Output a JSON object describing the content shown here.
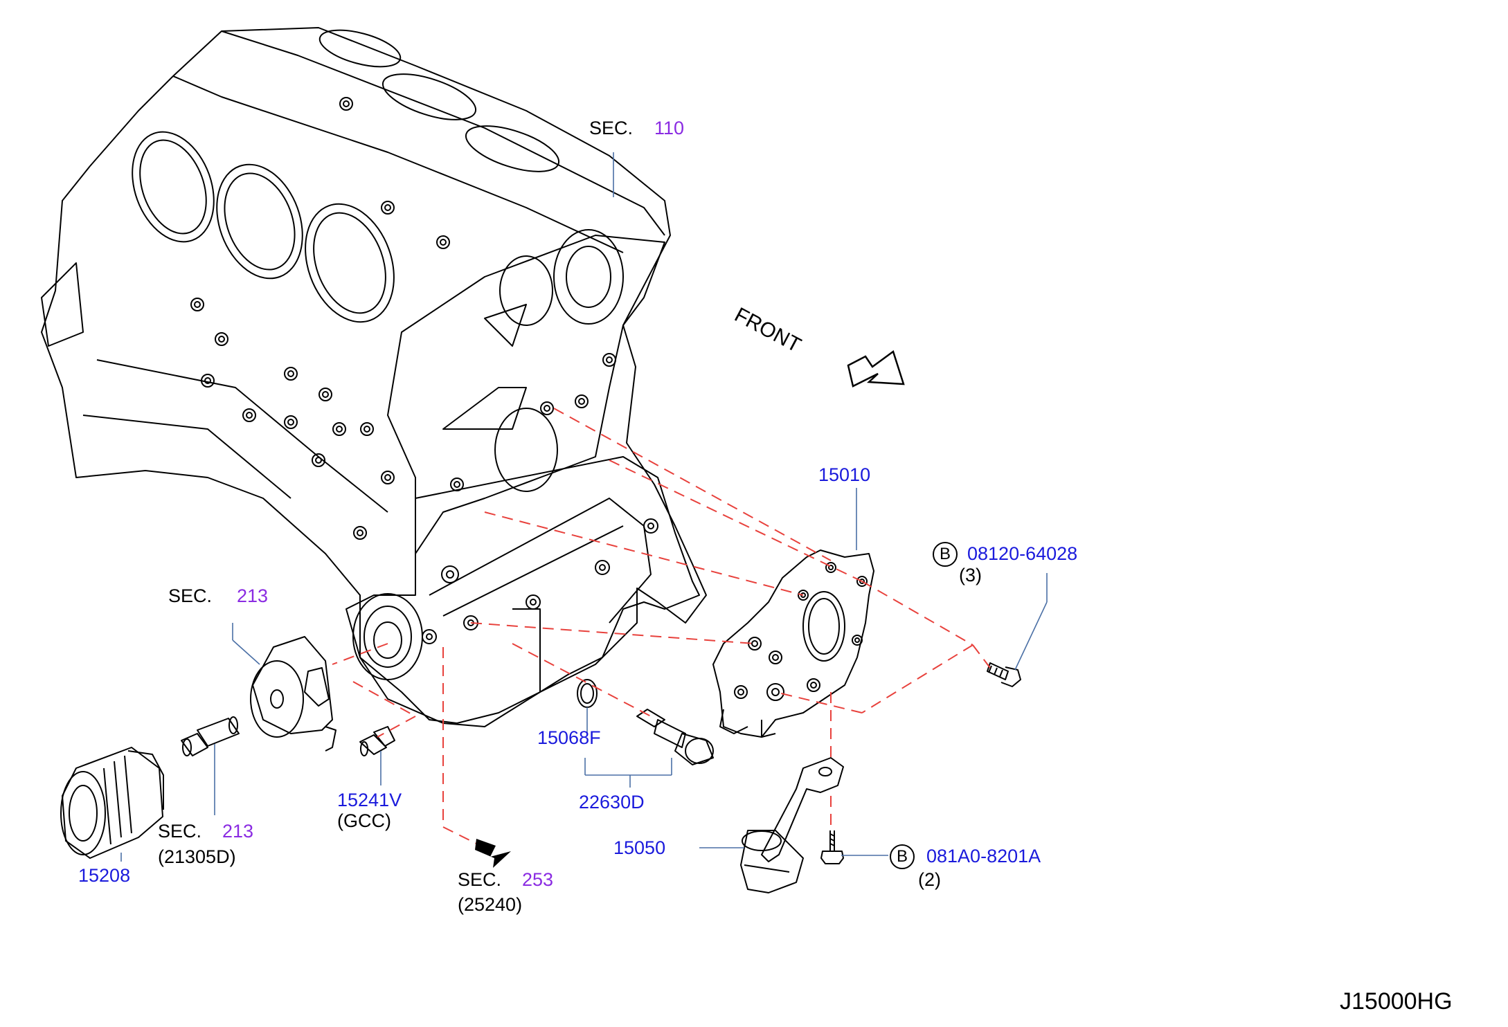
{
  "sections": {
    "sec_110": {
      "prefix": "SEC.",
      "number": "110"
    },
    "sec_213_top": {
      "prefix": "SEC.",
      "number": "213"
    },
    "sec_213_bottom": {
      "prefix": "SEC.",
      "number": "213",
      "sub": "(21305D)"
    },
    "sec_253": {
      "prefix": "SEC.",
      "number": "253",
      "sub": "(25240)"
    }
  },
  "front_label": "FRONT",
  "parts": {
    "p15010": "15010",
    "bolt_b_top": {
      "badge": "B",
      "code": "08120-64028",
      "qty": "(3)"
    },
    "p15068F": "15068F",
    "p22630D": "22630D",
    "p15241V": {
      "code": "15241V",
      "note": "(GCC)"
    },
    "p15050": "15050",
    "bolt_b_bottom": {
      "badge": "B",
      "code": "081A0-8201A",
      "qty": "(2)"
    },
    "p15208": "15208"
  },
  "diagram_id": "J15000HG",
  "colors": {
    "label_blue": "#1a1adc",
    "section_purple": "#8a2be2",
    "dash_red": "#e8413c",
    "leader_blue": "#4a6fa5",
    "line_black": "#000000"
  }
}
